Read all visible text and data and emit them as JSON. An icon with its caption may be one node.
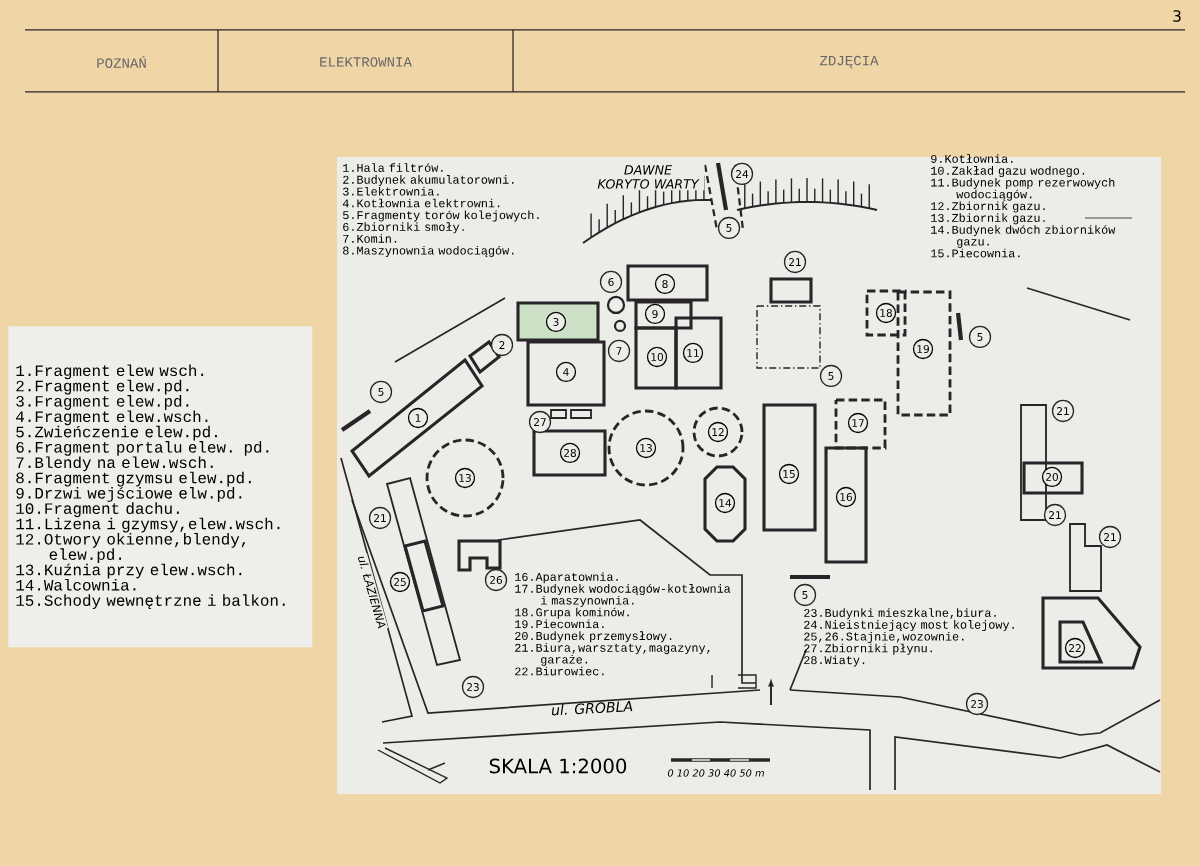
{
  "diagram": {
    "nodes": [
      {
        "text": [
          "POZNAŃ"
        ]
      },
      {
        "text": [
          "ELEKTROWNIA"
        ]
      },
      {
        "text": [
          "ZDJĘCIA"
        ]
      },
      {
        "text": [
          "1.Fragment elew wsch.",
          "2.Fragment elew.pd.",
          "3.Fragment elew.pd.",
          "4.Fragment elew.wsch.",
          "5.Zwieńczenie elew.pd.",
          "6.Fragment portalu elew. pd.",
          "7.Blendy na elew.wsch.",
          "8.Fragment gzymsu elew.pd.",
          "9.Drzwi wejściowe elw.pd.",
          "10.Fragment dachu.",
          "11.Lizena i gzymsy,elew.wsch.",
          "12.Otwory okienne,blendy, elew.pd.",
          "13.Kuźnia przy elew.wsch.",
          "14.Walcownia.",
          "15.Schody wewnętrzne i balkon."
        ]
      },
      {
        "text": [],
        "shape": "box"
      },
      {
        "text": [
          "8"
        ],
        "in": 4
      },
      {
        "text": [],
        "shape": "box",
        "in": 4
      },
      {
        "text": [
          "3"
        ],
        "in": 4
      },
      {
        "text": [
          "9"
        ],
        "in": 4
      },
      {
        "text": [
          "18"
        ],
        "in": 4
      },
      {
        "text": [],
        "shape": "box",
        "in": 4,
        "beside": [
          "2"
        ]
      },
      {
        "text": [
          "4"
        ],
        "in": 4
      },
      {
        "text": [
          "10"
        ],
        "in": 4
      },
      {
        "text": [
          "11"
        ],
        "in": 4
      },
      {
        "text": [],
        "shape": "box",
        "in": 4
      },
      {
        "text": [
          "19"
        ],
        "in": 4
      },
      {
        "text": [
          "1"
        ],
        "in": 4
      },
      {
        "text": [],
        "shape": "box",
        "in": 4
      },
      {
        "text": [],
        "shape": "box",
        "in": 4
      },
      {
        "text": [
          "17"
        ],
        "in": 4
      },
      {
        "text": [],
        "shape": "box",
        "in": 4
      },
      {
        "text": [
          "12"
        ],
        "in": 4
      },
      {
        "text": [
          "28"
        ],
        "in": 4
      },
      {
        "text": [
          "13"
        ],
        "in": 4
      },
      {
        "text": [
          "13"
        ],
        "in": 4
      },
      {
        "text": [
          "20"
        ],
        "in": 4
      },
      {
        "text": [
          "14"
        ],
        "in": 4
      },
      {
        "text": [
          "15"
        ],
        "in": 4
      },
      {
        "text": [
          "16"
        ],
        "in": 4
      },
      {
        "text": [],
        "shape": "box",
        "in": 4,
        "beside": [
          "21"
        ]
      },
      {
        "text": [],
        "shape": "box",
        "in": 4,
        "beside": [
          "26"
        ]
      },
      {
        "text": [
          "25"
        ],
        "in": 29
      },
      {
        "text": [],
        "shape": "box",
        "in": 4,
        "beside": [
          "21"
        ]
      },
      {
        "text": [],
        "shape": "box",
        "in": 4
      },
      {
        "text": [
          "22"
        ],
        "in": 33
      }
    ],
    "labels": [
      "3",
      "1.Hala filtrów.",
      "2.Budynek akumulatorowni.",
      "3.Elektrownia.",
      "4.Kotłownia elektrowni.",
      "5.Fragmenty torów kolejowych.",
      "6.Zbiorniki smoły.",
      "7.Komin.",
      "8.Maszynownia wodociągów.",
      "9.Kotłownia.",
      "10.Zakład gazu wodnego.",
      "11.Budynek pomp rezerwowych wodociągów.",
      "12.Zbiornik gazu.",
      "13.Zbiornik gazu.",
      "14.Budynek dwóch zbiorników gazu.",
      "15.Piecownia.",
      "16.Aparatownia.",
      "17.Budynek wodociągów-kotłownia i maszynownia.",
      "18.Grupa kominów.",
      "19.Piecownia.",
      "20.Budynek przemysłowy.",
      "21.Biura,warsztaty,magazyny, garaże.",
      "22.Biurowiec.",
      "23.Budynki mieszkalne,biura.",
      "24.Nieistniejący most kolejowy.",
      "25,26.Stajnie,wozownie.",
      "27.Zbiorniki płynu.",
      "28.Wiaty.",
      "DAWNE KORYTO WARTY",
      "24",
      "5",
      "6",
      "7",
      "5",
      "5",
      "5",
      "27",
      "5",
      "23",
      "23",
      "ul. ŁAZIENNA",
      "ul. GROBLA",
      "SKALA 1:2000",
      "0 10 20 30 40 50 m",
      "21",
      "21",
      "21"
    ]
  }
}
